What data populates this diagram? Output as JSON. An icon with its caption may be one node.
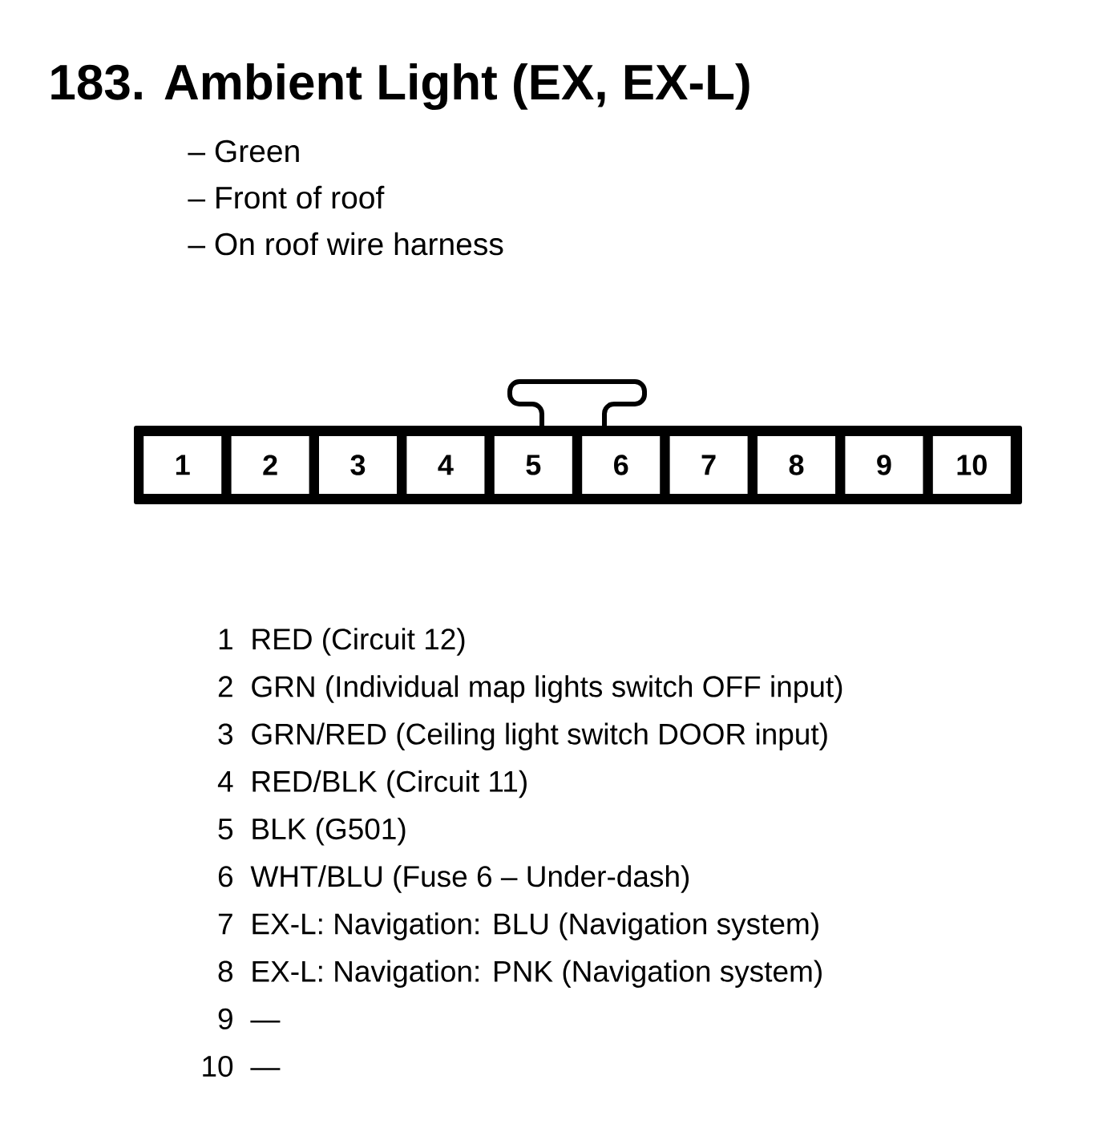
{
  "diagram": {
    "title": "183. Ambient Light (EX, EX-L)",
    "nodes": [
      {
        "text": [],
        "shape": "box"
      },
      {
        "text": [
          "1"
        ],
        "in": 0
      },
      {
        "text": [
          "2"
        ],
        "in": 0
      },
      {
        "text": [
          "3"
        ],
        "in": 0
      },
      {
        "text": [
          "4"
        ],
        "in": 0
      },
      {
        "text": [
          "5"
        ],
        "in": 0
      },
      {
        "text": [
          "6"
        ],
        "in": 0
      },
      {
        "text": [
          "7"
        ],
        "in": 0
      },
      {
        "text": [
          "8"
        ],
        "in": 0
      },
      {
        "text": [
          "9"
        ],
        "in": 0
      },
      {
        "text": [
          "10"
        ],
        "in": 0
      }
    ],
    "edges": [],
    "labels": [
      "– Green",
      "– Front of roof",
      "– On roof wire harness",
      "1",
      "RED (Circuit 12)",
      "2",
      "GRN (Individual map lights switch OFF input)",
      "3",
      "GRN/RED (Ceiling light switch DOOR input)",
      "4",
      "RED/BLK (Circuit 11)",
      "5",
      "BLK (G501)",
      "6",
      "WHT/BLU (Fuse 6 – Under-dash)",
      "7",
      "EX-L: Navigation: BLU (Navigation system)",
      "8",
      "EX-L: Navigation: PNK (Navigation system)",
      "9",
      "—",
      "10",
      "—"
    ]
  }
}
